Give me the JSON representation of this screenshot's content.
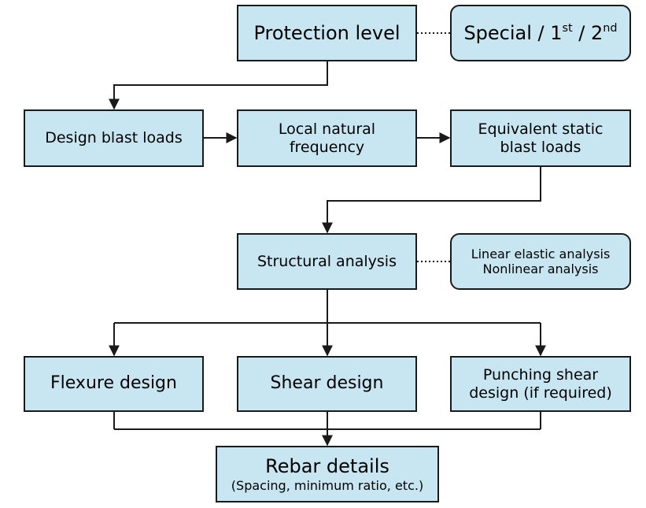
{
  "nodes": {
    "protection_level": "Protection level",
    "special": {
      "prefix": "Special / 1",
      "sup1": "st",
      "mid": " / 2",
      "sup2": "nd"
    },
    "design_blast_loads": "Design blast loads",
    "local_natural_frequency": {
      "line1": "Local natural",
      "line2": "frequency"
    },
    "equivalent_static": {
      "line1": "Equivalent static",
      "line2": "blast loads"
    },
    "structural_analysis": "Structural analysis",
    "analysis_types": {
      "line1": "Linear elastic analysis",
      "line2": "Nonlinear analysis"
    },
    "flexure_design": "Flexure design",
    "shear_design": "Shear design",
    "punching_shear": {
      "line1": "Punching shear",
      "line2": "design (if required)"
    },
    "rebar_details": {
      "title": "Rebar details",
      "subtitle": "(Spacing, minimum ratio, etc.)"
    }
  },
  "colors": {
    "box_fill": "#c8e6f2",
    "stroke": "#1a1a1a"
  }
}
